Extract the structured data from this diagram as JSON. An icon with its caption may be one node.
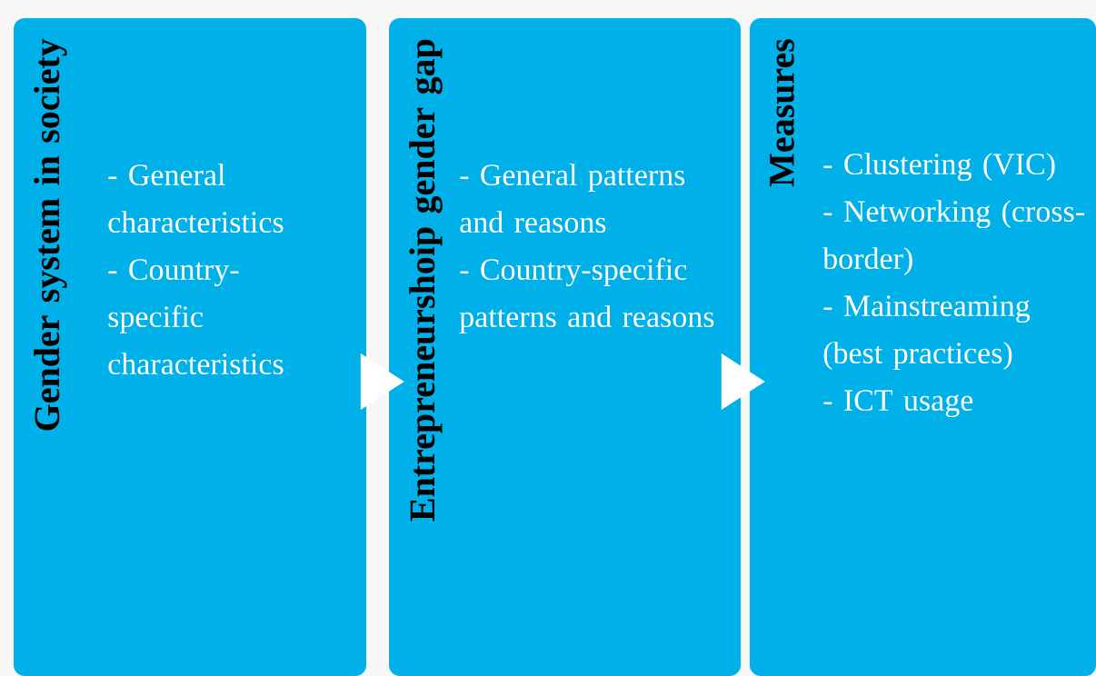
{
  "diagram": {
    "nodes": [
      {
        "text": [
          "Gender system in society",
          "- General characteristics",
          "- Country-specific characteristics"
        ]
      },
      {
        "text": [
          "Entrepreneurshoip gender gap",
          "- General patterns and reasons",
          "- Country-specific patterns and reasons"
        ]
      },
      {
        "text": [
          "Measures",
          "- Clustering (VIC)",
          "- Networking (cross-border)",
          "- Mainstreaming (best practices)",
          "- ICT usage"
        ]
      }
    ],
    "edges": [
      {
        "from": 0,
        "to": 1,
        "arrow": "to"
      },
      {
        "from": 1,
        "to": 2,
        "arrow": "to"
      }
    ]
  }
}
